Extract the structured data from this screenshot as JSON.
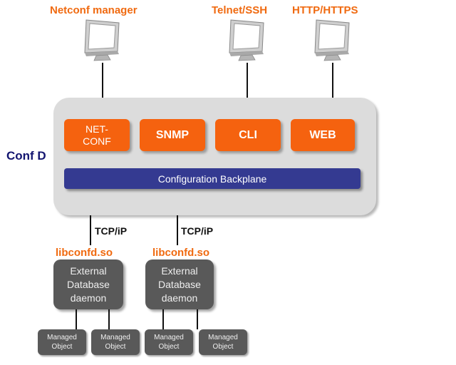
{
  "clients": {
    "netconf_manager": "Netconf manager",
    "telnet_ssh": "Telnet/SSH",
    "http_https": "HTTP/HTTPS"
  },
  "confd": {
    "label": "Conf D",
    "modules": {
      "netconf_line1": "NET-",
      "netconf_line2": "CONF",
      "snmp": "SNMP",
      "cli": "CLI",
      "web": "WEB"
    },
    "backplane": "Configuration Backplane"
  },
  "connections": {
    "tcp_left": "TCP/iP",
    "tcp_right": "TCP/iP"
  },
  "libraries": {
    "left": "libconfd.so",
    "right": "libconfd.so"
  },
  "daemons": {
    "left": {
      "line1": "External",
      "line2": "Database",
      "line3": "daemon"
    },
    "right": {
      "line1": "External",
      "line2": "Database",
      "line3": "daemon"
    }
  },
  "managed_objects": [
    {
      "line1": "Managed",
      "line2": "Object"
    },
    {
      "line1": "Managed",
      "line2": "Object"
    },
    {
      "line1": "Managed",
      "line2": "Object"
    },
    {
      "line1": "Managed",
      "line2": "Object"
    }
  ],
  "colors": {
    "client_label": "#f06a10",
    "module": "#f5620f",
    "backplane": "#343a91",
    "panel": "#dcdcdc",
    "daemon": "#595959",
    "confd_label": "#131570"
  }
}
